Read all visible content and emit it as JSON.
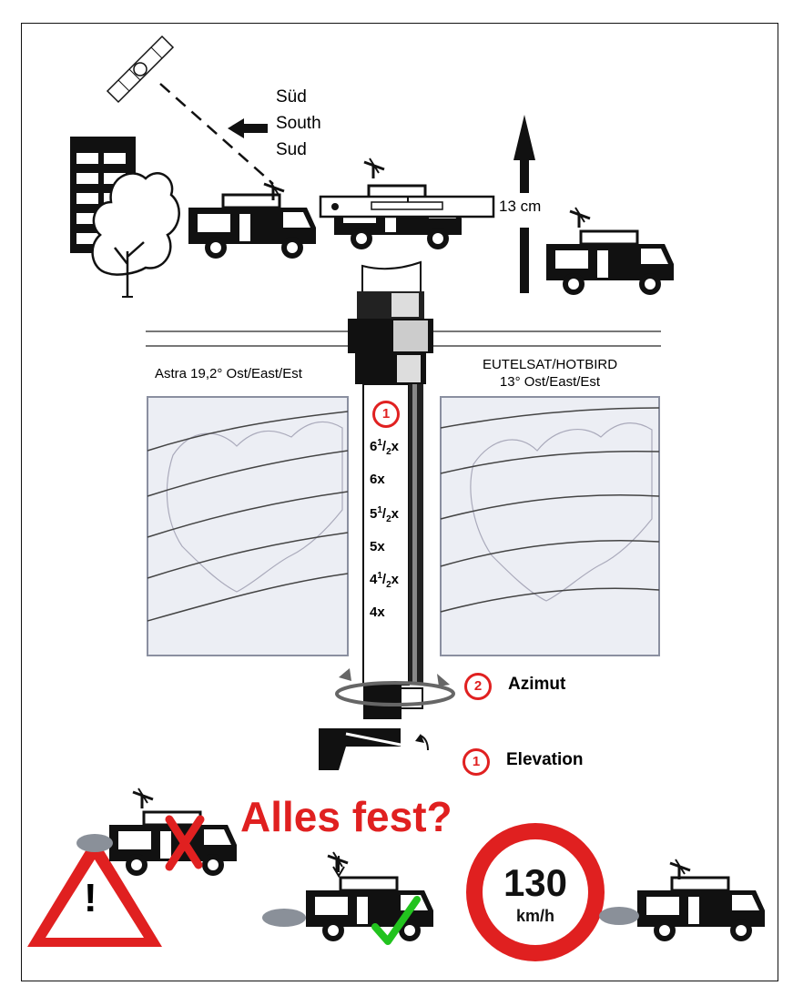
{
  "direction": {
    "de": "Süd",
    "en": "South",
    "it": "Sud"
  },
  "level": {
    "measure": "13 cm"
  },
  "maps": {
    "left": {
      "title": "Astra 19,2° Ost/East/Est"
    },
    "right": {
      "title_line1": "EUTELSAT/HOTBIRD",
      "title_line2": "13° Ost/East/Est"
    }
  },
  "elevation_scale": [
    {
      "whole": "6",
      "frac_num": "1",
      "frac_den": "2",
      "suffix": "x"
    },
    {
      "whole": "6x"
    },
    {
      "whole": "5",
      "frac_num": "1",
      "frac_den": "2",
      "suffix": "x"
    },
    {
      "whole": "5x"
    },
    {
      "whole": "4",
      "frac_num": "1",
      "frac_den": "2",
      "suffix": "x"
    },
    {
      "whole": "4x"
    }
  ],
  "steps": [
    {
      "number": "1",
      "label": ""
    },
    {
      "number": "2",
      "label": "Azimut"
    },
    {
      "number": "1",
      "label": "Elevation"
    }
  ],
  "warning": {
    "headline": "Alles fest?",
    "warning_symbol": "!"
  },
  "speed_sign": {
    "value": "130",
    "unit": "km/h"
  },
  "colors": {
    "accent_red": "#e02020",
    "check_green": "#22c31e",
    "map_border": "#8a8fa0"
  },
  "icons": [
    "satellite-icon",
    "arrow-left-icon",
    "building-icon",
    "tree-icon",
    "camper-icon",
    "spirit-level-icon",
    "arrow-up-icon",
    "mast-icon",
    "rotate-arrow-icon",
    "warning-triangle-icon",
    "cross-icon",
    "check-icon",
    "speed-limit-icon"
  ]
}
